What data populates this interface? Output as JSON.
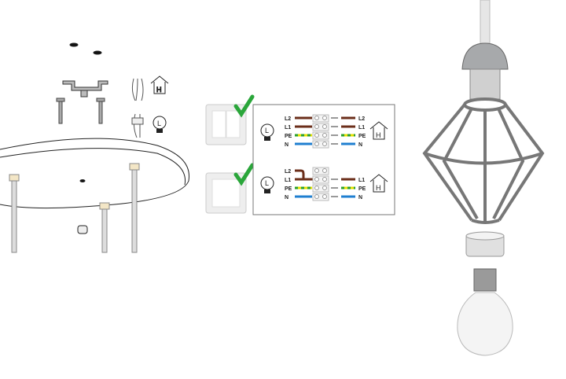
{
  "wiring": {
    "double": {
      "left": [
        "L2",
        "L1",
        "PE",
        "N"
      ],
      "right": [
        "L2",
        "L1",
        "PE",
        "N"
      ]
    },
    "single": {
      "left": [
        "L2",
        "L1",
        "PE",
        "N"
      ],
      "right": [
        "L1",
        "PE",
        "N"
      ]
    },
    "lamp_symbol": "L",
    "house_symbol": "H"
  },
  "colors": {
    "live": "#6b2e1a",
    "earth_yellow": "#e8e000",
    "earth_green": "#2aa02a",
    "neutral": "#1f7fd0",
    "check": "#2aa63a"
  },
  "icons": [
    "ceiling-canopy-icon",
    "mounting-bracket-icon",
    "screw-icon",
    "house-icon",
    "lamp-icon",
    "switch-icon",
    "checkmark-icon",
    "lamp-holder-icon",
    "cage-shade-icon",
    "ring-nut-icon",
    "bulb-icon"
  ]
}
